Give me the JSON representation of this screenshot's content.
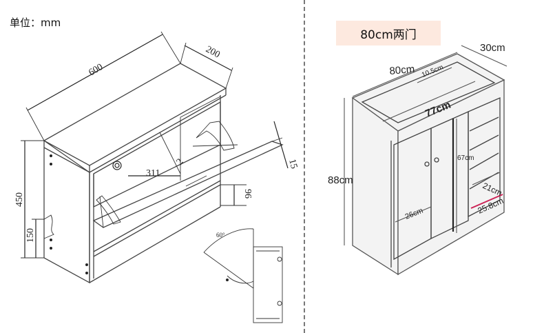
{
  "unit_label": "单位：mm",
  "left_drawing": {
    "dims": {
      "width": "600",
      "depth": "200",
      "height": "450",
      "lower": "150",
      "flap_offset": "311",
      "flap_small": "2",
      "flap_thickness": "15",
      "drawer_height": "96",
      "angle": "60°"
    }
  },
  "right_drawing": {
    "title": "80cm两门",
    "dims": {
      "width": "80cm",
      "depth": "30cm",
      "height": "88cm",
      "inner_width": "77cm",
      "top_gap": "10.5cm",
      "door_height": "67cm",
      "door_width": "26cm",
      "shelf_depth": "21cm",
      "shelf_width": "25.8cm"
    },
    "colors": {
      "highlight": "#cc2255",
      "title_bg": "#fde9df"
    }
  }
}
